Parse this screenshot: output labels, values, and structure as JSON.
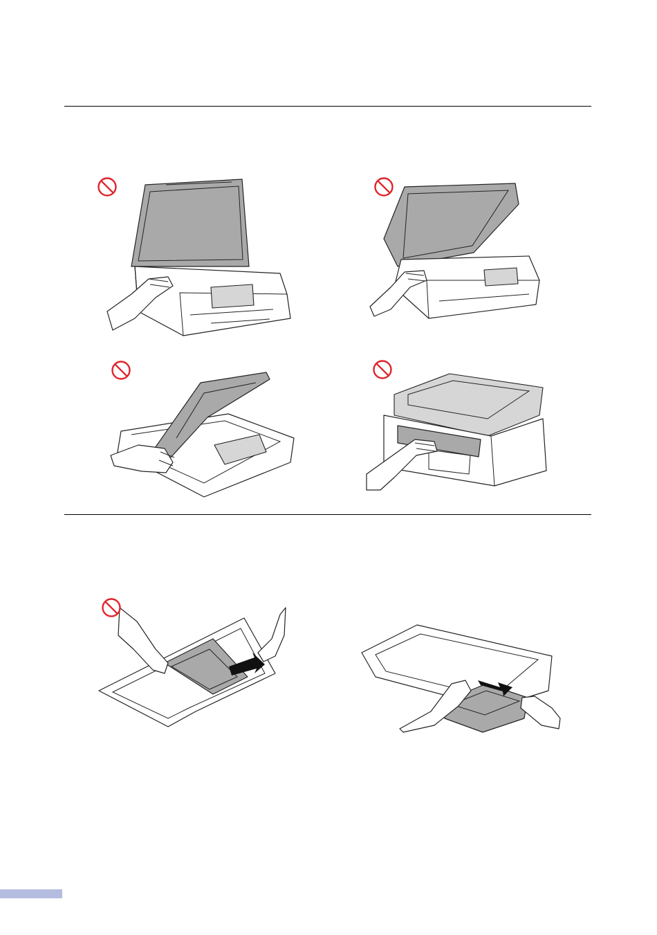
{
  "page": {
    "accent_color": "#b4bddf",
    "prohibit_color": "#e0242b"
  },
  "section_one": {
    "illustrations": [
      {
        "id": "scanner-lid-open-hand-inside",
        "prohibited": true,
        "icon": "prohibited-icon"
      },
      {
        "id": "scanner-lid-open-hand-inside-alt",
        "prohibited": true,
        "icon": "prohibited-icon"
      },
      {
        "id": "paper-tray-cover-hand",
        "prohibited": true,
        "icon": "prohibited-icon"
      },
      {
        "id": "machine-back-jam-cover-hand",
        "prohibited": true,
        "icon": "prohibited-icon"
      }
    ]
  },
  "section_two": {
    "illustrations": [
      {
        "id": "tray-slide-wrong",
        "prohibited": true,
        "icon": "prohibited-icon"
      },
      {
        "id": "tray-slide-correct",
        "prohibited": false
      }
    ]
  }
}
